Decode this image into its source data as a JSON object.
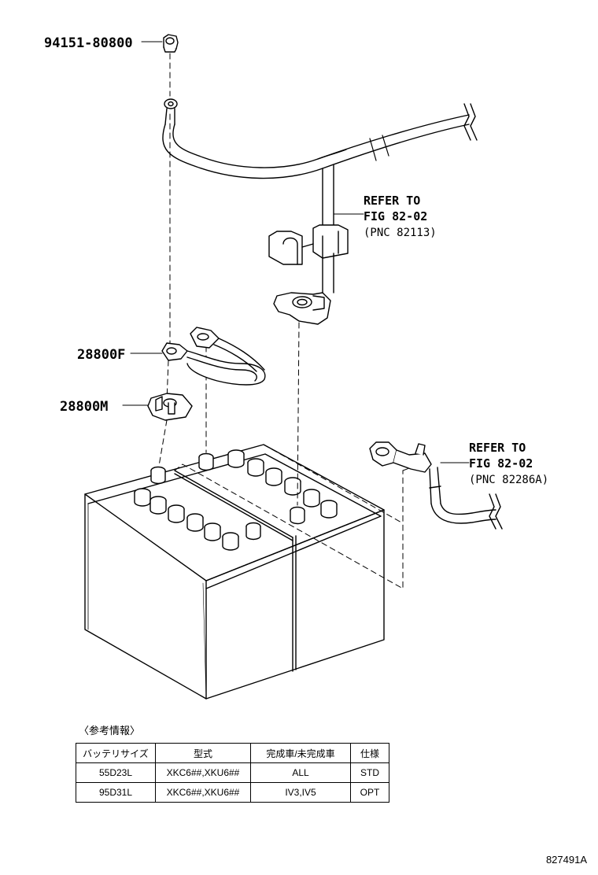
{
  "labels": {
    "nut": "94151-80800",
    "terminal_f": "28800F",
    "terminal_m": "28800M"
  },
  "refs": [
    {
      "line1": "REFER TO",
      "line2": "FIG 82-02",
      "line3": "(PNC 82113)"
    },
    {
      "line1": "REFER TO",
      "line2": "FIG 82-02",
      "line3": "(PNC 82286A)"
    }
  ],
  "info": {
    "title": "〈参考情報〉",
    "headers": [
      "バッテリサイズ",
      "型式",
      "完成車/未完成車",
      "仕様"
    ],
    "rows": [
      [
        "55D23L",
        "XKC6##,XKU6##",
        "ALL",
        "STD"
      ],
      [
        "95D31L",
        "XKC6##,XKU6##",
        "IV3,IV5",
        "OPT"
      ]
    ]
  },
  "figure_number": "827491A"
}
